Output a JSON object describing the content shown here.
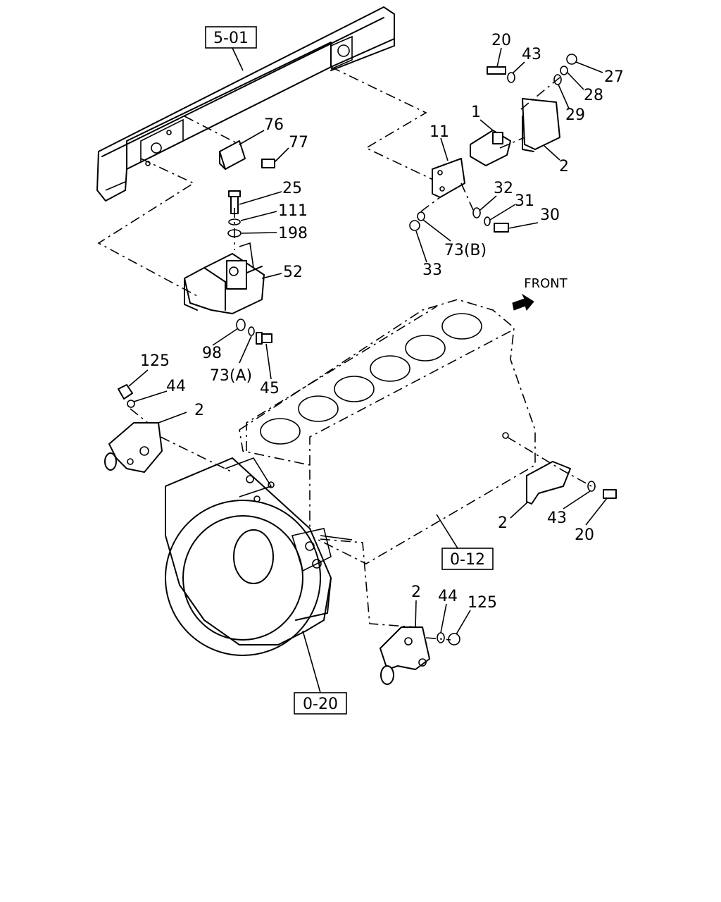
{
  "references": {
    "frame": "5-01",
    "engine_block": "0-12",
    "flywheel_housing": "0-20"
  },
  "direction_label": "FRONT",
  "callouts": {
    "c20_top": "20",
    "c43_top": "43",
    "c27": "27",
    "c28": "28",
    "c29": "29",
    "c1": "1",
    "c11": "11",
    "c2_top": "2",
    "c32": "32",
    "c31": "31",
    "c30": "30",
    "c73b": "73(B)",
    "c33": "33",
    "c76": "76",
    "c77": "77",
    "c25": "25",
    "c111": "111",
    "c198": "198",
    "c52": "52",
    "c98": "98",
    "c73a": "73(A)",
    "c45": "45",
    "c125_left": "125",
    "c44_left": "44",
    "c2_left": "2",
    "c2_right": "2",
    "c43_right": "43",
    "c20_right": "20",
    "c2_bottom": "2",
    "c44_bottom": "44",
    "c125_bottom": "125"
  }
}
